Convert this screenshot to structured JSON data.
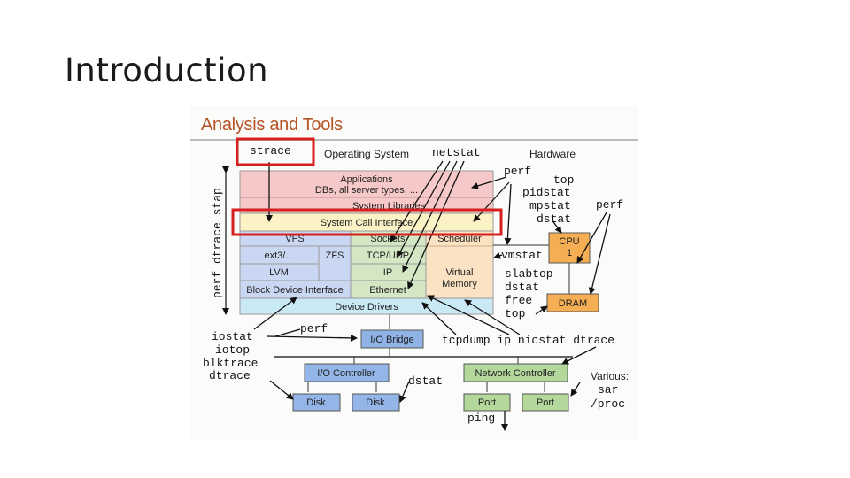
{
  "slide": {
    "title": "Introduction"
  },
  "figure": {
    "title": "Analysis and Tools",
    "headers": {
      "os": "Operating System",
      "hw": "Hardware"
    },
    "layers": {
      "applications": "Applications",
      "applications_sub": "DBs, all server types, ...",
      "system_libraries": "System Libraries",
      "syscall": "System Call Interface",
      "vfs": "VFS",
      "ext3": "ext3/...",
      "zfs": "ZFS",
      "lvm": "LVM",
      "block_device": "Block Device Interface",
      "sockets": "Sockets",
      "tcpudp": "TCP/UDP",
      "ip": "IP",
      "ethernet": "Ethernet",
      "scheduler": "Scheduler",
      "virtual_memory_1": "Virtual",
      "virtual_memory_2": "Memory",
      "device_drivers": "Device Drivers"
    },
    "hardware": {
      "cpu_1": "CPU",
      "cpu_2": "1",
      "dram": "DRAM",
      "io_bridge": "I/O Bridge",
      "io_controller": "I/O Controller",
      "network_controller": "Network Controller",
      "disk": "Disk",
      "port": "Port"
    },
    "tools": {
      "strace": "strace",
      "netstat": "netstat",
      "perf": "perf",
      "top": "top",
      "pidstat": "pidstat",
      "mpstat": "mpstat",
      "dstat": "dstat",
      "vmstat": "vmstat",
      "slabtop": "slabtop",
      "free": "free",
      "iostat": "iostat",
      "iotop": "iotop",
      "blktrace": "blktrace",
      "dtrace": "dtrace",
      "tcpdump_line": "tcpdump ip nicstat dtrace",
      "ping": "ping",
      "various": "Various:",
      "sar": "sar",
      "proc": "/proc",
      "side_tools": "perf dtrace stap"
    }
  },
  "colors": {
    "title_orange": "#b55324",
    "highlight_red": "#d61f1f",
    "app_pink": "#f6c8c8",
    "syscall_yellow": "#fbf3c6",
    "fs_blue": "#c9d7f3",
    "net_green": "#d3e7c4",
    "kernel_orange": "#fbe2c3",
    "drivers_cyan": "#c9e9f5",
    "bridge_blue": "#8fb3e6",
    "ctrl_blue": "#93b5e8",
    "ctrl_green": "#b4d89c",
    "cpu_orange": "#f6ae55"
  }
}
